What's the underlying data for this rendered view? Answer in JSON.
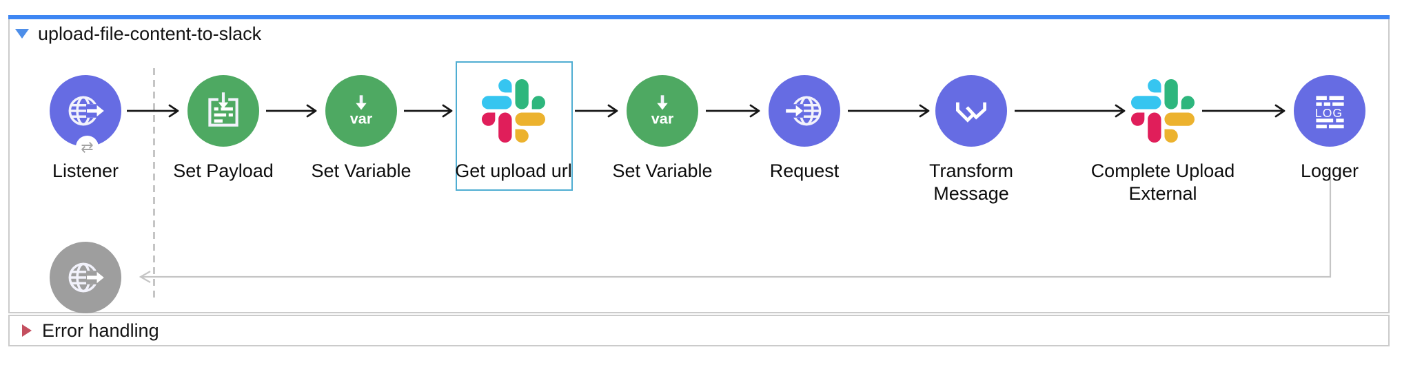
{
  "flow": {
    "title": "upload-file-content-to-slack",
    "collapsed": false,
    "nodes": [
      {
        "label": "Listener",
        "type": "http-listener",
        "selected": false
      },
      {
        "label": "Set Payload",
        "type": "set-payload",
        "selected": false
      },
      {
        "label": "Set Variable",
        "type": "set-variable",
        "selected": false
      },
      {
        "label": "Get upload url",
        "type": "slack-connector",
        "selected": true
      },
      {
        "label": "Set Variable",
        "type": "set-variable",
        "selected": false
      },
      {
        "label": "Request",
        "type": "http-request",
        "selected": false
      },
      {
        "label": "Transform Message",
        "type": "dataweave-transform",
        "selected": false
      },
      {
        "label": "Complete Upload External",
        "type": "slack-connector",
        "selected": false
      },
      {
        "label": "Logger",
        "type": "logger",
        "selected": false
      }
    ],
    "response_node": {
      "type": "http-response",
      "state": "disabled"
    },
    "var_icon_text": "var",
    "log_icon_text": "LOG",
    "sync_icon_glyph": "⇄"
  },
  "error_handling": {
    "label": "Error handling",
    "collapsed": true
  },
  "colors": {
    "accent_blue": "#3E86F3",
    "collapse_arrow_blue": "#4D8EE9",
    "selection_outline": "#4FADD2",
    "connector_purple": "#666CE3",
    "connector_green": "#4EA962",
    "disabled_gray": "#9E9E9E",
    "line_gray": "#C5C5C5",
    "arrow_black": "#161616",
    "error_red": "#C44F5F",
    "border_gray": "#CBCBCB",
    "badge_gray": "#A3A3A3",
    "label_black": "#0F0F0F",
    "slack_blue": "#36C5F0",
    "slack_green": "#2EB67D",
    "slack_red": "#E01E5A",
    "slack_yellow": "#ECB22E"
  }
}
